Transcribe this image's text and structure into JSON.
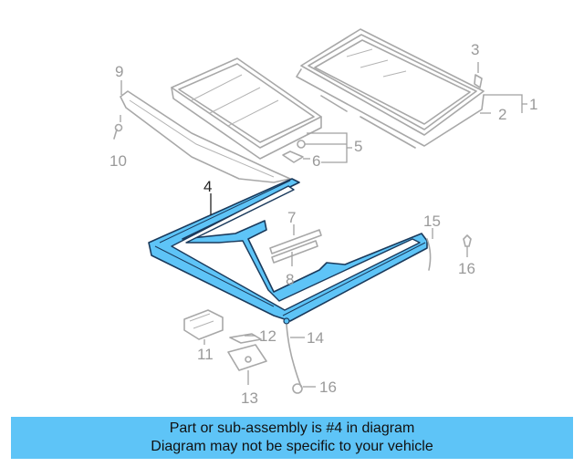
{
  "diagram": {
    "highlight_color": "#5ec4f7",
    "callouts": {
      "c1": "1",
      "c2": "2",
      "c3": "3",
      "c4": "4",
      "c5": "5",
      "c6": "6",
      "c7": "7",
      "c8": "8",
      "c9": "9",
      "c10": "10",
      "c11": "11",
      "c12": "12",
      "c13": "13",
      "c14": "14",
      "c15": "15",
      "c16a": "16",
      "c16b": "16"
    },
    "highlighted_part": "4"
  },
  "banner": {
    "line1": "Part or sub-assembly is #4 in diagram",
    "line2": "Diagram may not be specific to your vehicle",
    "background": "#5ec4f7"
  }
}
